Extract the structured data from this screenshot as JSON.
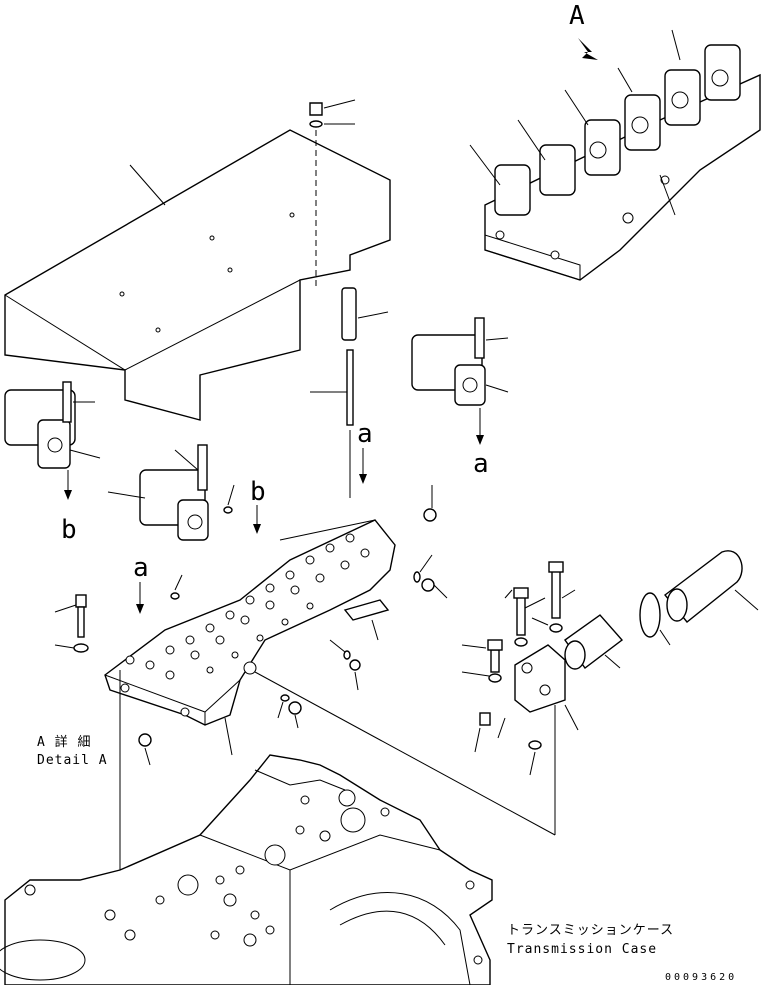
{
  "diagram": {
    "detail_view_letter": "A",
    "detail_caption_jp": "A 詳 細",
    "detail_caption_en": "Detail A",
    "connection_marker_a": "a",
    "connection_marker_b": "b",
    "case_label_jp": "トランスミッションケース",
    "case_label_en": "Transmission Case",
    "drawing_number": "00093620"
  }
}
